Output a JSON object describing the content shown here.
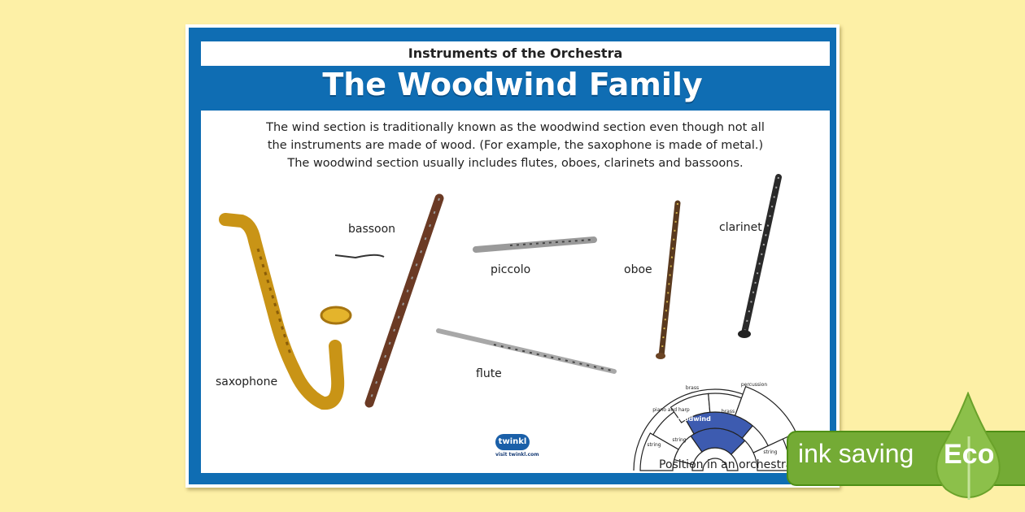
{
  "poster": {
    "subtitle": "Instruments of the Orchestra",
    "title": "The Woodwind Family",
    "intro": "The wind section is traditionally known as the woodwind section even though not all the instruments are made of wood. (For example, the saxophone is made of metal.) The woodwind section usually includes flutes, oboes, clarinets and bassoons.",
    "instruments": [
      "saxophone",
      "bassoon",
      "piccolo",
      "flute",
      "oboe",
      "clarinet"
    ],
    "orchestra": {
      "caption": "Position in an orchestra",
      "sections": [
        "brass",
        "percussion",
        "piano and harp",
        "woodwind",
        "brass",
        "string",
        "string",
        "string"
      ],
      "highlight_color": "#3d5bb0"
    },
    "logo": {
      "name": "twinkl",
      "visit": "visit twinkl.com"
    }
  },
  "badge": {
    "text": "ink saving",
    "eco": "Eco",
    "color": "#74ab35"
  },
  "colors": {
    "background": "#fdf0a6",
    "frame": "#0f6db3"
  }
}
